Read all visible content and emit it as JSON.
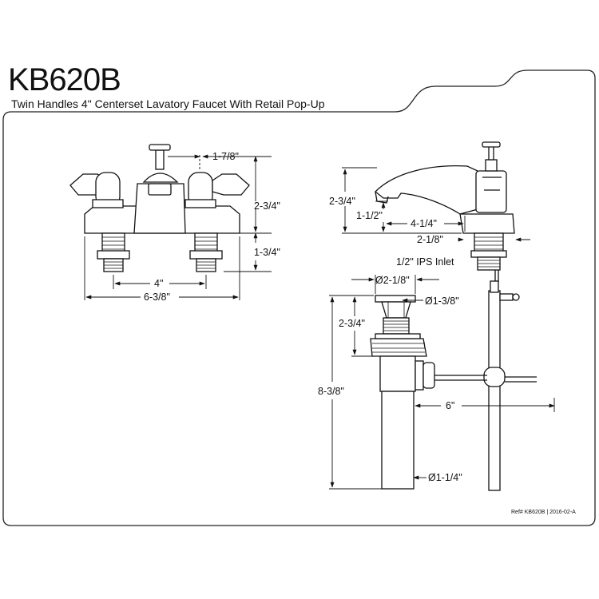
{
  "header": {
    "model": "KB620B",
    "subtitle": "Twin Handles 4\" Centerset Lavatory Faucet With Retail Pop-Up"
  },
  "front_view": {
    "dim_handle_offset": "1-7/8\"",
    "dim_body_height": "2-3/4\"",
    "dim_shank_length": "1-3/4\"",
    "dim_centers": "4\"",
    "dim_overall_width": "6-3/8\""
  },
  "side_view": {
    "dim_spout_height": "2-3/4\"",
    "dim_spout_clearance": "1-1/2\"",
    "dim_spout_reach": "4-1/4\"",
    "dim_base_depth": "2-1/8\"",
    "inlet_label": "1/2\" IPS Inlet"
  },
  "drain_view": {
    "dim_flange_diameter": "Ø2-1/8\"",
    "dim_strainer_diameter": "Ø1-3/8\"",
    "dim_flange_height": "2-3/4\"",
    "dim_total_height": "8-3/8\"",
    "dim_rod_length": "6\"",
    "dim_tailpiece_diameter": "Ø1-1/4\""
  },
  "footer": {
    "reference": "Ref# KB620B | 2016-02-A"
  }
}
